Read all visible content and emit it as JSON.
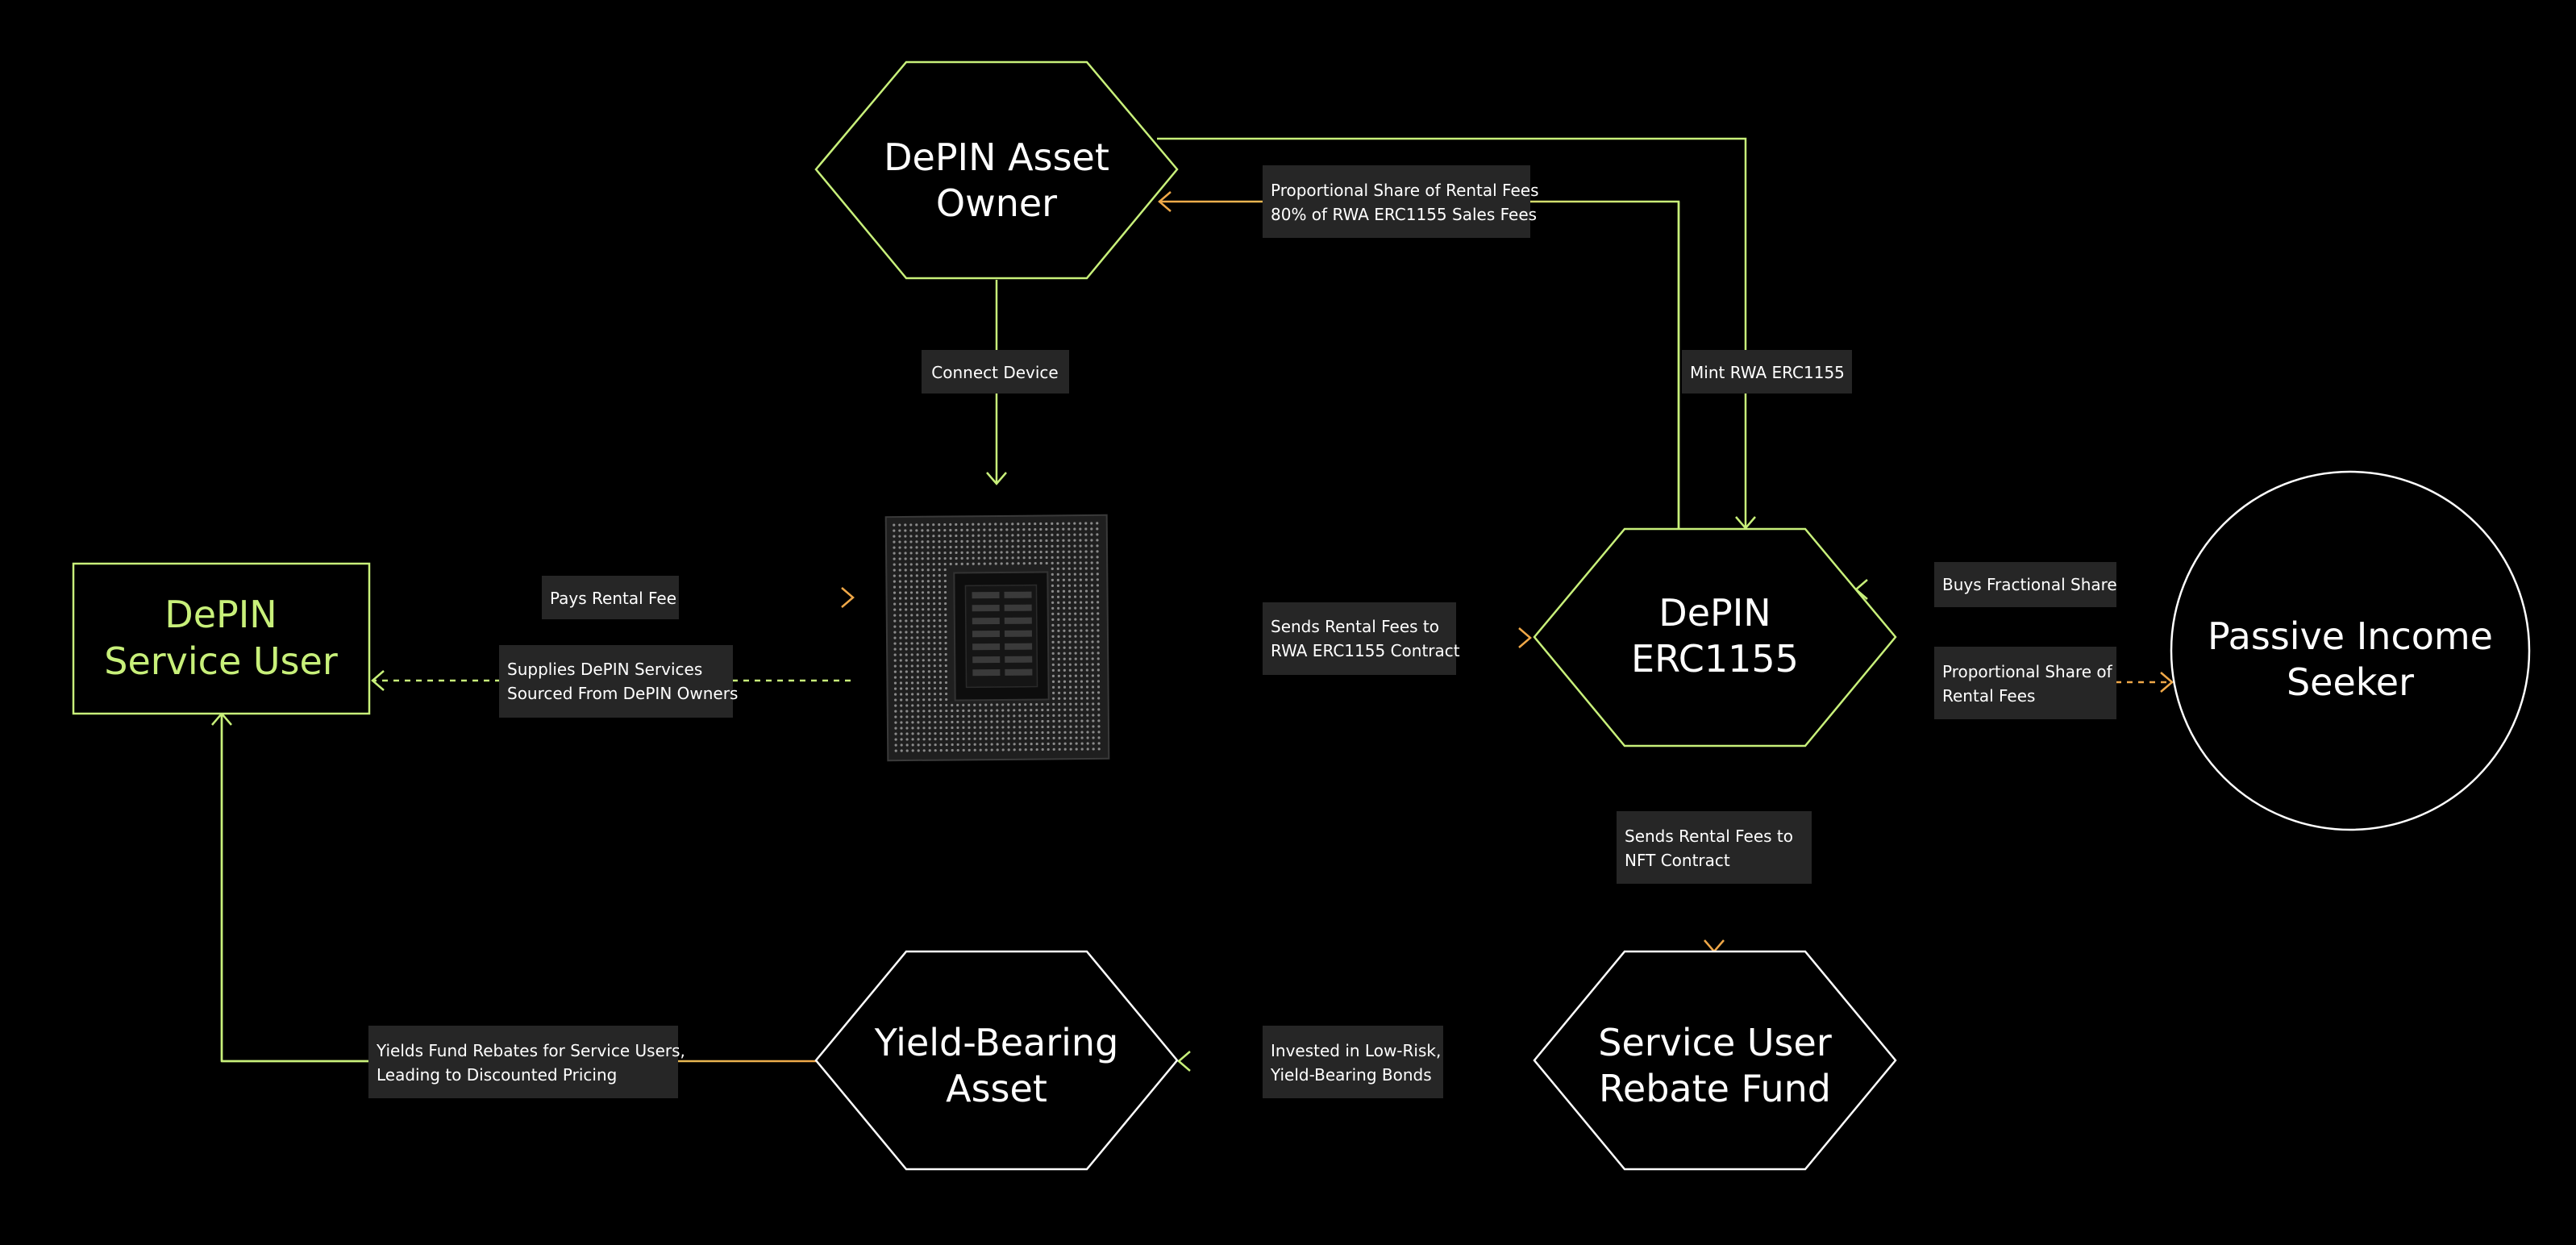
{
  "colors": {
    "background": "#000000",
    "node_stroke": "#ffffff",
    "accent_green": "#c8f07a",
    "accent_orange": "#f0a848",
    "label_bg": "#262626",
    "text": "#ffffff"
  },
  "nodes": {
    "asset_owner": {
      "line1": "DePIN Asset",
      "line2": "Owner"
    },
    "erc1155": {
      "line1": "DePIN",
      "line2": "ERC1155"
    },
    "service_user": {
      "line1": "DePIN",
      "line2": "Service User"
    },
    "passive_income": {
      "line1": "Passive Income",
      "line2": "Seeker"
    },
    "yield_asset": {
      "line1": "Yield-Bearing",
      "line2": "Asset"
    },
    "rebate_fund": {
      "line1": "Service User",
      "line2": "Rebate Fund"
    },
    "device": {
      "icon": "cpu-chip-icon"
    }
  },
  "labels": {
    "proportional_share_owner": {
      "line1": "Proportional Share of Rental Fees",
      "line2": "80% of RWA ERC1155 Sales Fees"
    },
    "connect_device": {
      "line1": "Connect Device"
    },
    "mint": {
      "line1": "Mint RWA ERC1155"
    },
    "pays_rental_fee": {
      "line1": "Pays Rental Fee"
    },
    "supplies_services": {
      "line1": "Supplies DePIN Services",
      "line2": "Sourced From DePIN Owners"
    },
    "sends_to_contract": {
      "line1": "Sends Rental Fees to",
      "line2": "RWA ERC1155 Contract"
    },
    "buys_fractional": {
      "line1": "Buys Fractional Share"
    },
    "proportional_share_seeker": {
      "line1": "Proportional Share of",
      "line2": "Rental Fees"
    },
    "sends_to_nft": {
      "line1": "Sends Rental Fees to",
      "line2": "NFT Contract"
    },
    "invested": {
      "line1": "Invested in Low-Risk,",
      "line2": "Yield-Bearing Bonds"
    },
    "yields_rebates": {
      "line1": "Yields Fund Rebates for Service Users,",
      "line2": "Leading to Discounted Pricing"
    }
  }
}
